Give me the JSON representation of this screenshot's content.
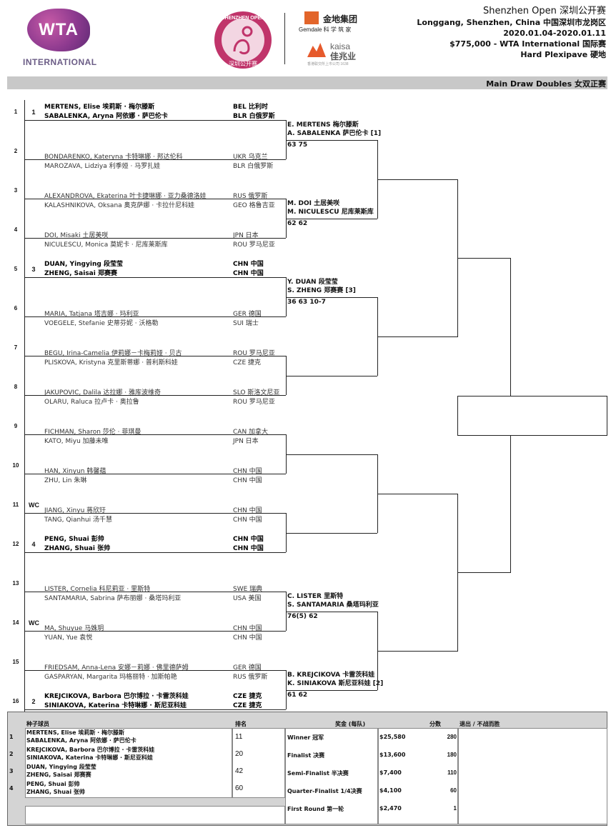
{
  "header": {
    "tournament": "Shenzhen Open 深圳公开赛",
    "location": "Longgang, Shenzhen, China 中国深圳市龙岗区",
    "dates": "2020.01.04-2020.01.11",
    "category": "$775,000 - WTA International 国际赛",
    "surface": "Hard Plexipave 硬地",
    "wta_text": "WTA",
    "wta_sub": "INTERNATIONAL",
    "sz_arc": "SHENZHEN OPEN",
    "sz_cn": "深圳公开赛",
    "gemdale_cn": "金地集团",
    "gemdale_sub": "Gemdale 科 学 筑 家",
    "kaisa": "kaisa",
    "kaisa_cn": "佳兆业",
    "kaisa_small": "香港联交所上市公司 1638",
    "banner": "Main Draw Doubles 女双正赛"
  },
  "draw": [
    {
      "num": "1",
      "seed": "1",
      "p1": "MERTENS, Elise 埃莉斯 · 梅尔滕斯",
      "n1": "BEL 比利时",
      "p2": "SABALENKA, Aryna 阿依娜 · 萨巴伦卡",
      "n2": "BLR 白俄罗斯",
      "bold": true
    },
    {
      "num": "2",
      "seed": "",
      "p1": "BONDARENKO, Kateryna 卡特琳娜 · 邦达伦科",
      "n1": "UKR 乌克兰",
      "p2": "MAROZAVA, Lidziya 利季娅 · 马罗扎娃",
      "n2": "BLR 白俄罗斯",
      "bold": false
    },
    {
      "num": "3",
      "seed": "",
      "p1": "ALEXANDROVA, Ekaterina 叶卡捷琳娜 · 亚力桑德洛娃",
      "n1": "RUS 俄罗斯",
      "p2": "KALASHNIKOVA, Oksana 奥克萨娜 · 卡拉什尼科娃",
      "n2": "GEO 格鲁吉亚",
      "bold": false
    },
    {
      "num": "4",
      "seed": "",
      "p1": "DOI, Misaki 土居美咲",
      "n1": "JPN 日本",
      "p2": "NICULESCU, Monica 莫妮卡 · 尼库莱斯库",
      "n2": "ROU 罗马尼亚",
      "bold": false
    },
    {
      "num": "5",
      "seed": "3",
      "p1": "DUAN, Yingying 段莹莹",
      "n1": "CHN 中国",
      "p2": "ZHENG, Saisai 郑赛赛",
      "n2": "CHN 中国",
      "bold": true
    },
    {
      "num": "6",
      "seed": "",
      "p1": "MARIA, Tatjana 塔吉娜 · 玛利亚",
      "n1": "GER 德国",
      "p2": "VOEGELE, Stefanie 史蒂芬妮 · 沃格勒",
      "n2": "SUI 瑞士",
      "bold": false
    },
    {
      "num": "7",
      "seed": "",
      "p1": "BEGU, Irina-Camelia 伊莉娜－卡梅莉娅 · 贝古",
      "n1": "ROU 罗马尼亚",
      "p2": "PLISKOVA, Kristyna 克里斯蒂娜 · 普利斯科娃",
      "n2": "CZE 捷克",
      "bold": false
    },
    {
      "num": "8",
      "seed": "",
      "p1": "JAKUPOVIC, Dalila 达拉娜 · 雅库波维奇",
      "n1": "SLO 斯洛文尼亚",
      "p2": "OLARU, Raluca 拉卢卡 · 奥拉鲁",
      "n2": "ROU 罗马尼亚",
      "bold": false
    },
    {
      "num": "9",
      "seed": "",
      "p1": "FICHMAN, Sharon 莎伦 · 菲琪曼",
      "n1": "CAN 加拿大",
      "p2": "KATO, Miyu 加藤未唯",
      "n2": "JPN 日本",
      "bold": false
    },
    {
      "num": "10",
      "seed": "",
      "p1": "HAN, Xinyun 韩馨蕴",
      "n1": "CHN 中国",
      "p2": "ZHU, Lin 朱琳",
      "n2": "CHN 中国",
      "bold": false
    },
    {
      "num": "11",
      "seed": "WC",
      "p1": "JIANG, Xinyu 蒋欣玗",
      "n1": "CHN 中国",
      "p2": "TANG, Qianhui 汤千慧",
      "n2": "CHN 中国",
      "bold": false
    },
    {
      "num": "12",
      "seed": "4",
      "p1": "PENG, Shuai 彭帅",
      "n1": "CHN 中国",
      "p2": "ZHANG, Shuai 张帅",
      "n2": "CHN 中国",
      "bold": true
    },
    {
      "num": "13",
      "seed": "",
      "p1": "LISTER, Cornelia 科尼莉亚 · 里斯特",
      "n1": "SWE 瑞典",
      "p2": "SANTAMARIA, Sabrina 萨布丽娜 · 桑塔玛利亚",
      "n2": "USA 美国",
      "bold": false
    },
    {
      "num": "14",
      "seed": "WC",
      "p1": "MA, Shuyue 马姝玥",
      "n1": "CHN 中国",
      "p2": "YUAN, Yue 袁悦",
      "n2": "CHN 中国",
      "bold": false
    },
    {
      "num": "15",
      "seed": "",
      "p1": "FRIEDSAM, Anna-Lena 安娜－莉娜 · 佛里德萨姆",
      "n1": "GER 德国",
      "p2": "GASPARYAN, Margarita 玛格丽特 · 加斯帕艳",
      "n2": "RUS 俄罗斯",
      "bold": false
    },
    {
      "num": "16",
      "seed": "2",
      "p1": "KREJCIKOVA, Barbora 巴尔博拉 · 卡雷茨科娃",
      "n1": "CZE 捷克",
      "p2": "SINIAKOVA, Katerina 卡特琳娜 · 斯尼亚科娃",
      "n2": "CZE 捷克",
      "bold": true
    }
  ],
  "round2": [
    {
      "a": "E. MERTENS 梅尔滕斯",
      "b": "A. SABALENKA 萨巴伦卡 [1]",
      "score": "63 75"
    },
    {
      "a": "M. DOI 土居美咲",
      "b": "M. NICULESCU 尼库莱斯库",
      "score": "62 62"
    },
    {
      "a": "Y. DUAN 段莹莹",
      "b": "S. ZHENG 郑赛赛 [3]",
      "score": "36 63 10-7"
    },
    {
      "a": "C. LISTER 里斯特",
      "b": "S. SANTAMARIA 桑塔玛利亚",
      "score": "76(5) 62"
    },
    {
      "a": "B. KREJCIKOVA 卡雷茨科娃",
      "b": "K. SINIAKOVA 斯尼亚科娃 [2]",
      "score": "61 62"
    }
  ],
  "table": {
    "h_seeds": "种子球员",
    "h_rank": "排名",
    "h_prize": "奖金 (每队)",
    "h_points": "分数",
    "h_withdraw": "退出 / 不战而胜",
    "seeds": [
      {
        "n": "1",
        "a": "MERTENS, Elise 埃莉斯 · 梅尔滕斯",
        "b": "SABALENKA, Aryna 阿依娜 · 萨巴伦卡",
        "rank": "11"
      },
      {
        "n": "2",
        "a": "KREJCIKOVA, Barbora 巴尔博拉 · 卡雷茨科娃",
        "b": "SINIAKOVA, Katerina 卡特琳娜 · 斯尼亚科娃",
        "rank": "20"
      },
      {
        "n": "3",
        "a": "DUAN, Yingying 段莹莹",
        "b": "ZHENG, Saisai 郑赛赛",
        "rank": "42"
      },
      {
        "n": "4",
        "a": "PENG, Shuai 彭帅",
        "b": "ZHANG, Shuai 张帅",
        "rank": "60"
      }
    ],
    "prizes": [
      {
        "round": "Winner 冠军",
        "money": "$25,580",
        "points": "280"
      },
      {
        "round": "Finalist 决赛",
        "money": "$13,600",
        "points": "180"
      },
      {
        "round": "Semi-Finalist 半决赛",
        "money": "$7,400",
        "points": "110"
      },
      {
        "round": "Quarter-Finalist 1/4决赛",
        "money": "$4,100",
        "points": "60"
      },
      {
        "round": "First Round 第一轮",
        "money": "$2,470",
        "points": "1"
      }
    ]
  }
}
